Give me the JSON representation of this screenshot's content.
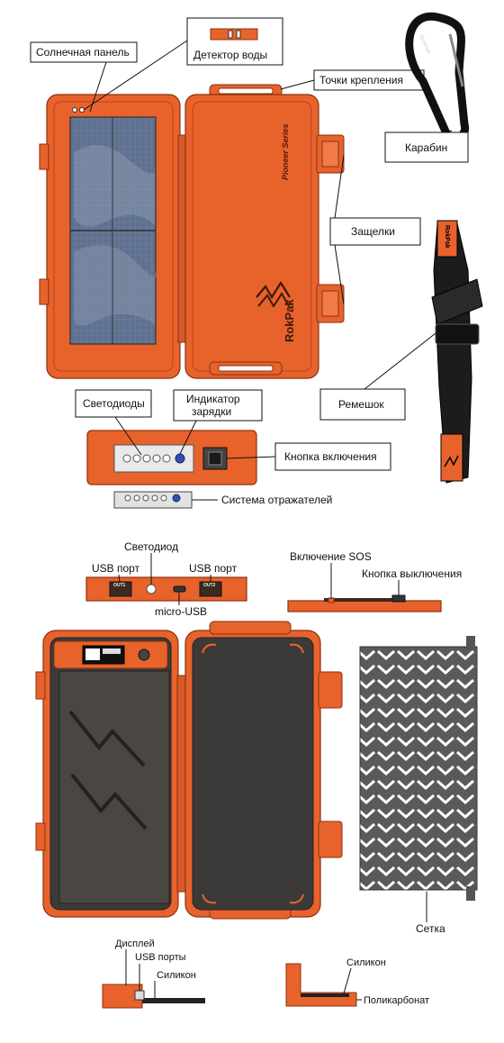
{
  "colors": {
    "case_orange": "#E8622C",
    "case_dark_orange": "#B9441A",
    "panel_blue": "#5C6E86",
    "interior_dark": "#3C3A38",
    "strap_black": "#1C1C1C"
  },
  "labels": {
    "solar_panel": "Солнечная панель",
    "water_detector": "Детектор воды",
    "attach_points": "Точки крепления",
    "carabiner": "Карабин",
    "latches": "Защелки",
    "strap": "Ремешок",
    "leds": "Светодиоды",
    "charge_indicator_1": "Индикатор",
    "charge_indicator_2": "зарядки",
    "power_button": "Кнопка включения",
    "reflector_system": "Система отражателей",
    "led": "Светодиод",
    "usb_port_left": "USB порт",
    "usb_port_right": "USB порт",
    "micro_usb": "micro-USB",
    "sos_on": "Включение SOS",
    "off_button": "Кнопка выключения",
    "mesh": "Сетка",
    "display": "Дисплей",
    "usb_ports": "USB порты",
    "silicone_1": "Силикон",
    "silicone_2": "Силикон",
    "polycarbonate": "Поликарбонат"
  },
  "device": {
    "brand": "RokPak",
    "series": "Pioneer Series",
    "port_out1": "OUT1",
    "port_out2": "OUT2",
    "carabiner_brand": "RokPak"
  }
}
